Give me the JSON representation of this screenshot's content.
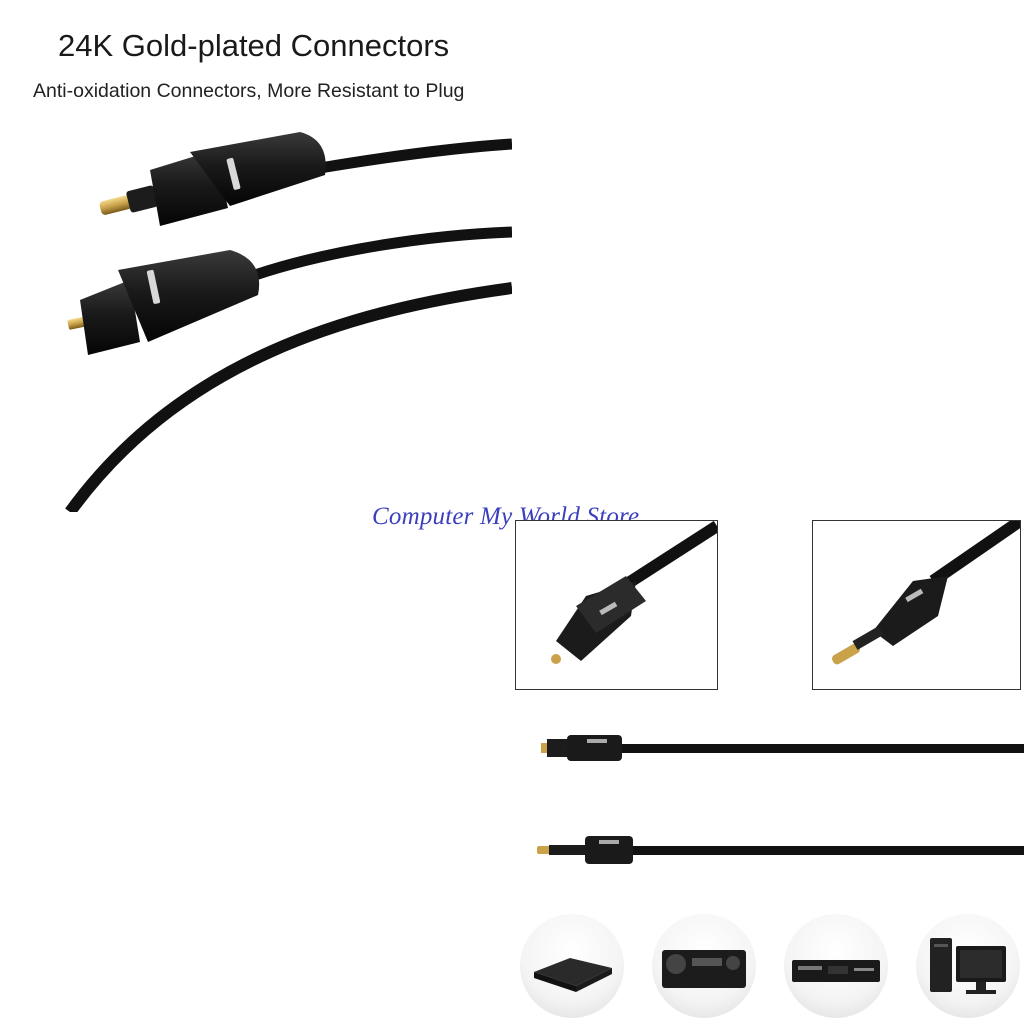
{
  "headline": "24K Gold-plated Connectors",
  "subline": "Anti-oxidation Connectors, More Resistant to Plug",
  "watermark": "Computer My World Store",
  "devices": [
    {
      "icon": "tv-box-icon"
    },
    {
      "icon": "av-receiver-icon"
    },
    {
      "icon": "dvd-player-icon"
    },
    {
      "icon": "desktop-computer-icon"
    }
  ],
  "colors": {
    "cable": "#111111",
    "gold": "#c9a24a",
    "watermark": "#3b3fbf"
  }
}
